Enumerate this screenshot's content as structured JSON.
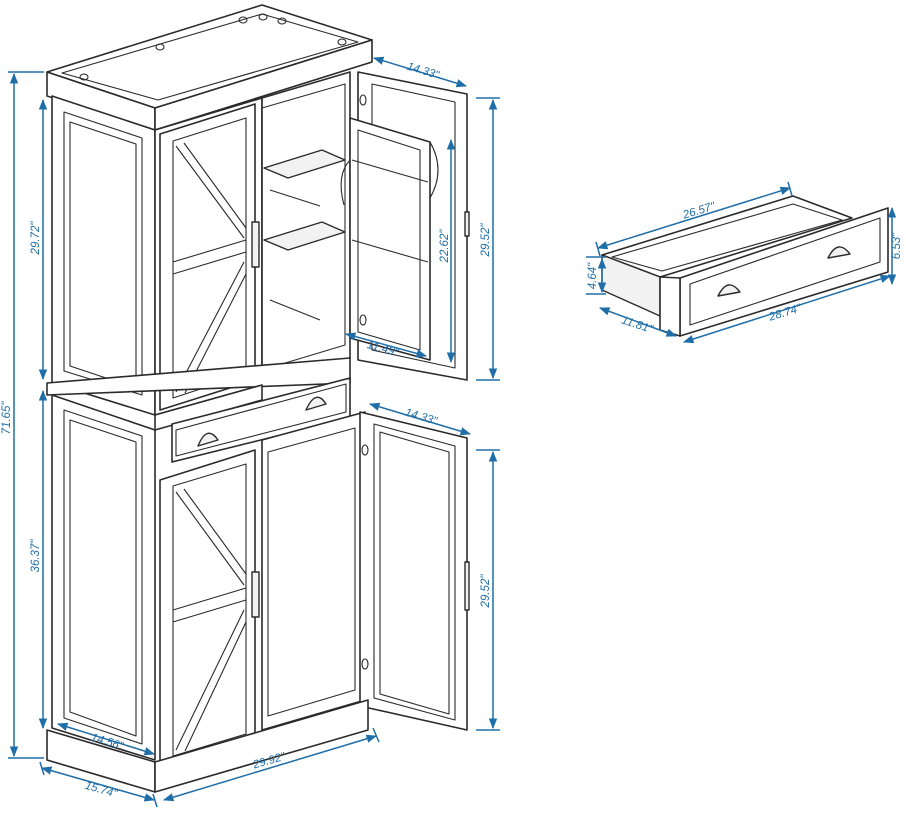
{
  "colors": {
    "dimension": "#1f6ea8",
    "line": "#2b2b2b"
  },
  "dimensions": {
    "top_door_depth": "14.33\"",
    "top_door_height": "29.52\"",
    "top_shelf_height": "22.62\"",
    "top_shelf_width": "11.49\"",
    "upper_cabinet_height": "29.72\"",
    "total_height": "71.65\"",
    "lower_cabinet_height": "36.37\"",
    "bottom_door_depth": "14.33\"",
    "bottom_door_height": "29.52\"",
    "inner_depth": "14.56\"",
    "total_depth": "15.74\"",
    "total_width": "29.92\"",
    "drawer_inner_width": "26.57\"",
    "drawer_front_height": "6.53\"",
    "drawer_inner_height": "4.64\"",
    "drawer_depth": "11.81\"",
    "drawer_front_width": "28.74\""
  }
}
